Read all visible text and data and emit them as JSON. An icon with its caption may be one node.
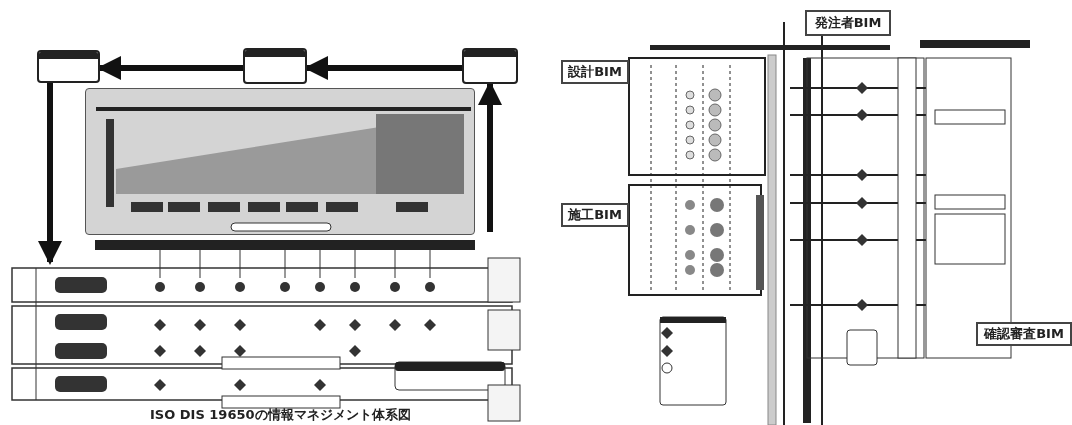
{
  "diagram": {
    "caption": "ISO DIS 19650の情報マネジメント体系図",
    "nodes": [
      {
        "text": [],
        "shape": "box"
      },
      {
        "text": [],
        "shape": "box"
      },
      {
        "text": [],
        "shape": "box"
      },
      {
        "text": [],
        "shape": "box"
      },
      {
        "text": [
          "発注者BIM"
        ]
      },
      {
        "text": [
          "設計BIM"
        ]
      },
      {
        "text": [
          "施工BIM"
        ]
      },
      {
        "text": [
          "確認審査BIM"
        ]
      }
    ],
    "edges": [
      {
        "from": 1,
        "to": 0,
        "arrow": "to"
      },
      {
        "from": 2,
        "to": 1,
        "arrow": "to"
      },
      {
        "from": 0,
        "to": null,
        "arrow": "to"
      },
      {
        "from": null,
        "to": 2,
        "arrow": "to"
      }
    ]
  }
}
